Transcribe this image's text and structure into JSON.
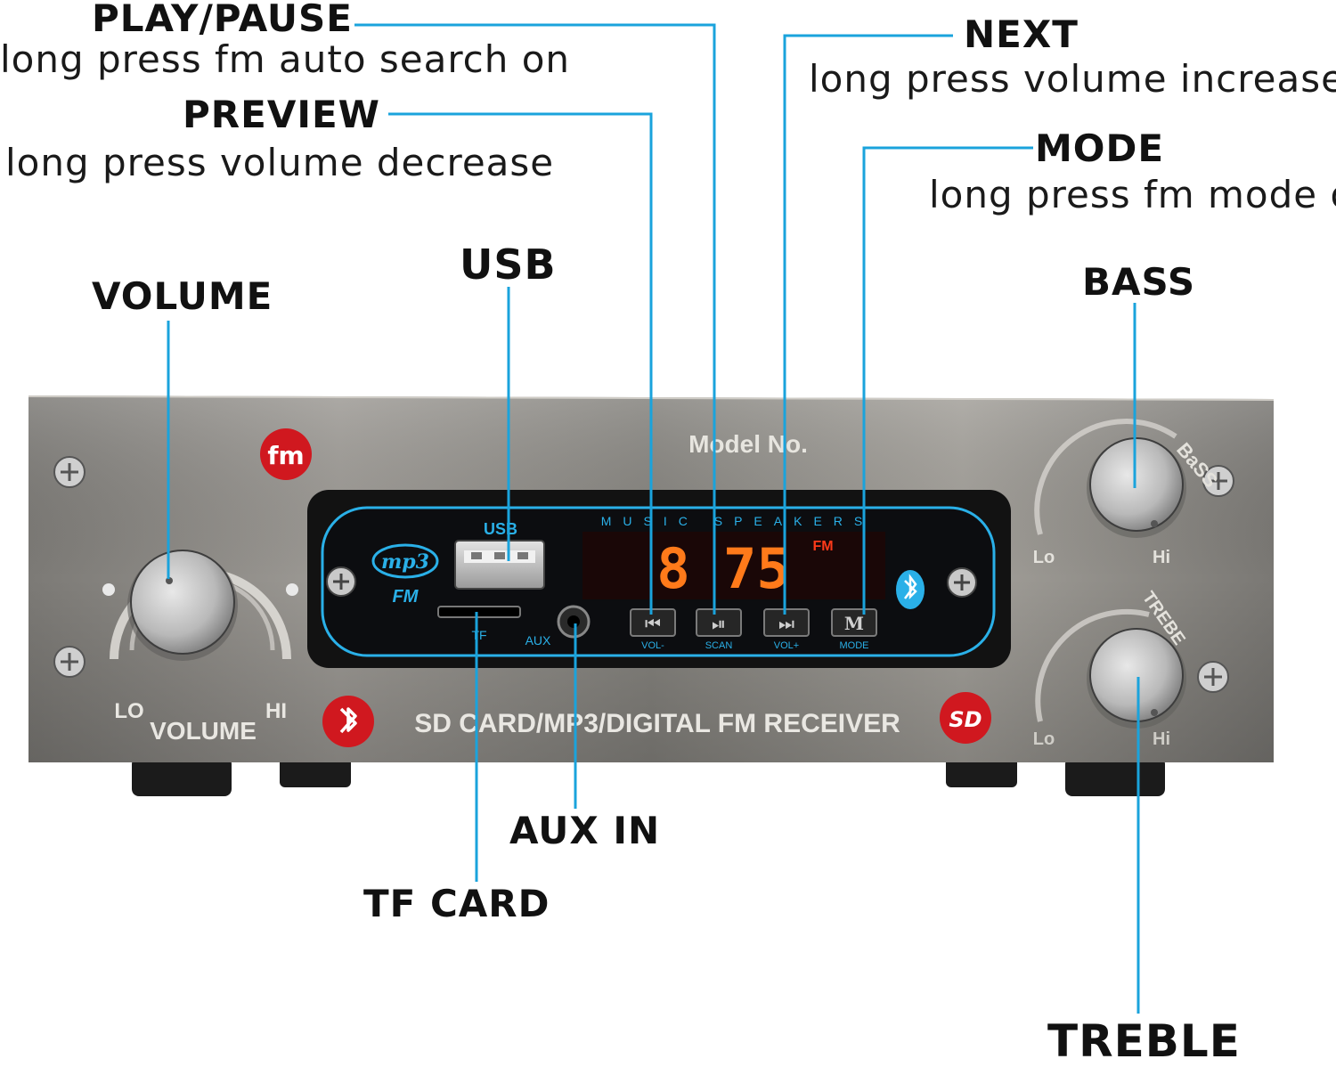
{
  "annotations": {
    "play_pause": {
      "title": "PLAY/PAUSE",
      "desc": "long press fm auto search on"
    },
    "preview": {
      "title": "PREVIEW",
      "desc": "long press volume decrease"
    },
    "next": {
      "title": "NEXT",
      "desc": "long press volume increase"
    },
    "mode": {
      "title": "MODE",
      "desc": "long press fm mode on"
    },
    "usb": {
      "title": "USB"
    },
    "volume": {
      "title": "VOLUME"
    },
    "bass": {
      "title": "BASS"
    },
    "aux_in": {
      "title": "AUX IN"
    },
    "tf_card": {
      "title": "TF CARD"
    },
    "treble": {
      "title": "TREBLE"
    }
  },
  "panel": {
    "model": "Model No.",
    "receiver_label": "SD CARD/MP3/DIGITAL FM RECEIVER",
    "volume_label": "VOLUME",
    "lo": "LO",
    "hi": "HI",
    "bass_label": "BaSS",
    "treble_label": "TREBE",
    "lo_small": "Lo",
    "hi_small": "Hi",
    "fm_badge": "fm",
    "sd_badge": "SD"
  },
  "module": {
    "usb_label": "USB",
    "brand_mp3": "mp3",
    "brand_fm": "FM",
    "music_speakers": "MUSIC SPEAKERS",
    "display_value": "8 75",
    "display_unit": "FM",
    "tf_label": "TF",
    "aux_label": "AUX",
    "buttons": [
      {
        "glyph": "⏮",
        "label": "VOL-"
      },
      {
        "glyph": "⏯",
        "label": "SCAN"
      },
      {
        "glyph": "⏭",
        "label": "VOL+"
      },
      {
        "glyph": "M",
        "label": "MODE"
      }
    ]
  },
  "colors": {
    "leader_line": "#1aa3dc",
    "display_digits": "#ff7a1a",
    "panel_steel": "#8f8d88",
    "badge_red": "#d0181f",
    "module_accent": "#2ab0e8"
  }
}
